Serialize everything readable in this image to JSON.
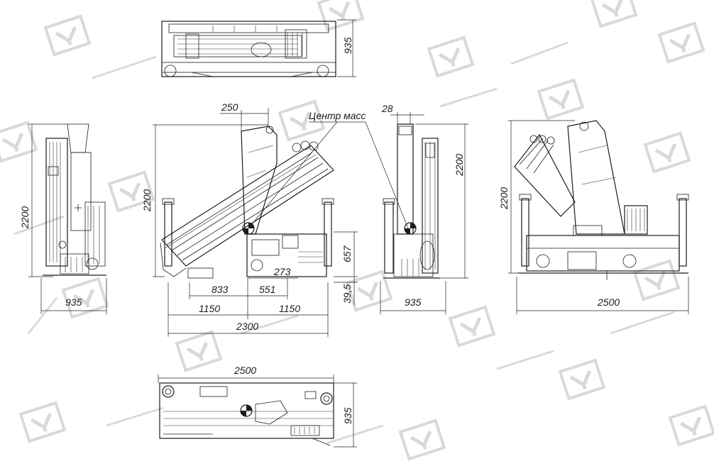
{
  "annotation": {
    "center_of_mass": "Центр масс"
  },
  "dims": {
    "top_height": "935",
    "left_height": "2200",
    "left_width": "935",
    "front_top_offset": "250",
    "front_height": "2200",
    "front_v1": "657",
    "front_v2": "39,5",
    "front_h1": "833",
    "front_h2": "551",
    "front_h3": "273",
    "front_h4": "1150",
    "front_h5": "1150",
    "front_total": "2300",
    "side_top_offset": "28",
    "side_height": "2200",
    "side_width": "935",
    "right_height": "2200",
    "right_width": "2500",
    "bottom_width": "2500",
    "bottom_height": "935"
  }
}
